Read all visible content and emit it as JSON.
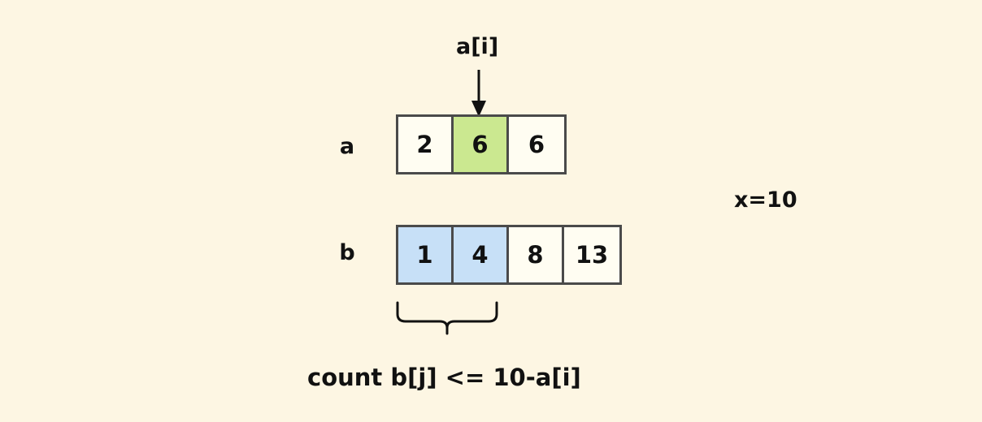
{
  "diagram": {
    "background_color": "#fdf6e3",
    "border_color": "#4a4a4a",
    "text_color": "#111111",
    "highlight_green": "#cbe890",
    "highlight_blue": "#c7e0f7"
  },
  "pointer": {
    "label": "a[i]"
  },
  "arrays": [
    {
      "name": "a",
      "label": "a",
      "cells": [
        {
          "value": "2",
          "highlight": "none"
        },
        {
          "value": "6",
          "highlight": "green"
        },
        {
          "value": "6",
          "highlight": "none"
        }
      ]
    },
    {
      "name": "b",
      "label": "b",
      "cells": [
        {
          "value": "1",
          "highlight": "blue"
        },
        {
          "value": "4",
          "highlight": "blue"
        },
        {
          "value": "8",
          "highlight": "none"
        },
        {
          "value": "13",
          "highlight": "none"
        }
      ]
    }
  ],
  "annotations": {
    "x_value": "x=10",
    "caption": "count b[j] <= 10-a[i]"
  }
}
